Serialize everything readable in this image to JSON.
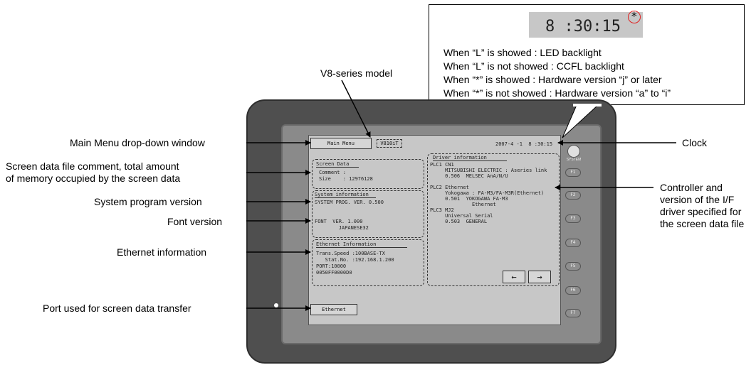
{
  "callout": {
    "clock_sample": "8 :30:15",
    "star": "*",
    "lines": [
      "When “L” is showed : LED backlight",
      "When “L” is not showed : CCFL backlight",
      "When “*” is showed : Hardware version “j” or later",
      "When “*” is not showed : Hardware version “a” to “i”"
    ]
  },
  "annotations": {
    "model": "V8-series model",
    "main_menu": "Main Menu drop-down window",
    "screen_data": [
      "Screen data file comment, total amount",
      "of memory occupied by the screen data"
    ],
    "system_program": "System program version",
    "font_version": "Font version",
    "ethernet_info": "Ethernet information",
    "port": "Port used for screen data transfer",
    "clock": "Clock",
    "controller": [
      "Controller and",
      "version of the I/F",
      "driver specified for",
      "the screen data file"
    ]
  },
  "lcd": {
    "main_menu_button": "Main Menu",
    "model": "V810iT",
    "datetime": "2007-4 -1  8 :30:15",
    "screen_data": {
      "title": "Screen Data",
      "lines": [
        "Comment :",
        "Size    : 12976128"
      ]
    },
    "system_info": {
      "title": "System information",
      "lines": [
        "SYSTEM PROG. VER. 0.500",
        "",
        "",
        "FONT  VER. 1.000",
        "        JAPANESE32"
      ]
    },
    "ethernet_info": {
      "title": "Ethernet Information",
      "lines": [
        "Trans.Speed :100BASE-TX",
        "   Stat.No. :192.168.1.200",
        "PORT:10000",
        "0050FF0000D0"
      ]
    },
    "driver_info": {
      "title": "Driver information",
      "lines": [
        "PLC1 CN1",
        "     MITSUBISHI ELECTRIC : Aseries link",
        "     0.506  MELSEC AnA/N/U",
        "",
        "PLC2 Ethernet",
        "     Yokogawa : FA-M3/FA-M3R(Ethernet)",
        "     0.501  YOKOGAWA FA-M3",
        "              Ethernet",
        "PLC3 MJ2",
        "     Universal Serial",
        "     0.503  GENERAL"
      ]
    },
    "nav_left": "←",
    "nav_right": "→",
    "ethernet_button": "Ethernet"
  },
  "function_keys": [
    "SYSTEM",
    "F1",
    "F2",
    "F3",
    "F4",
    "F5",
    "F6",
    "F7"
  ]
}
